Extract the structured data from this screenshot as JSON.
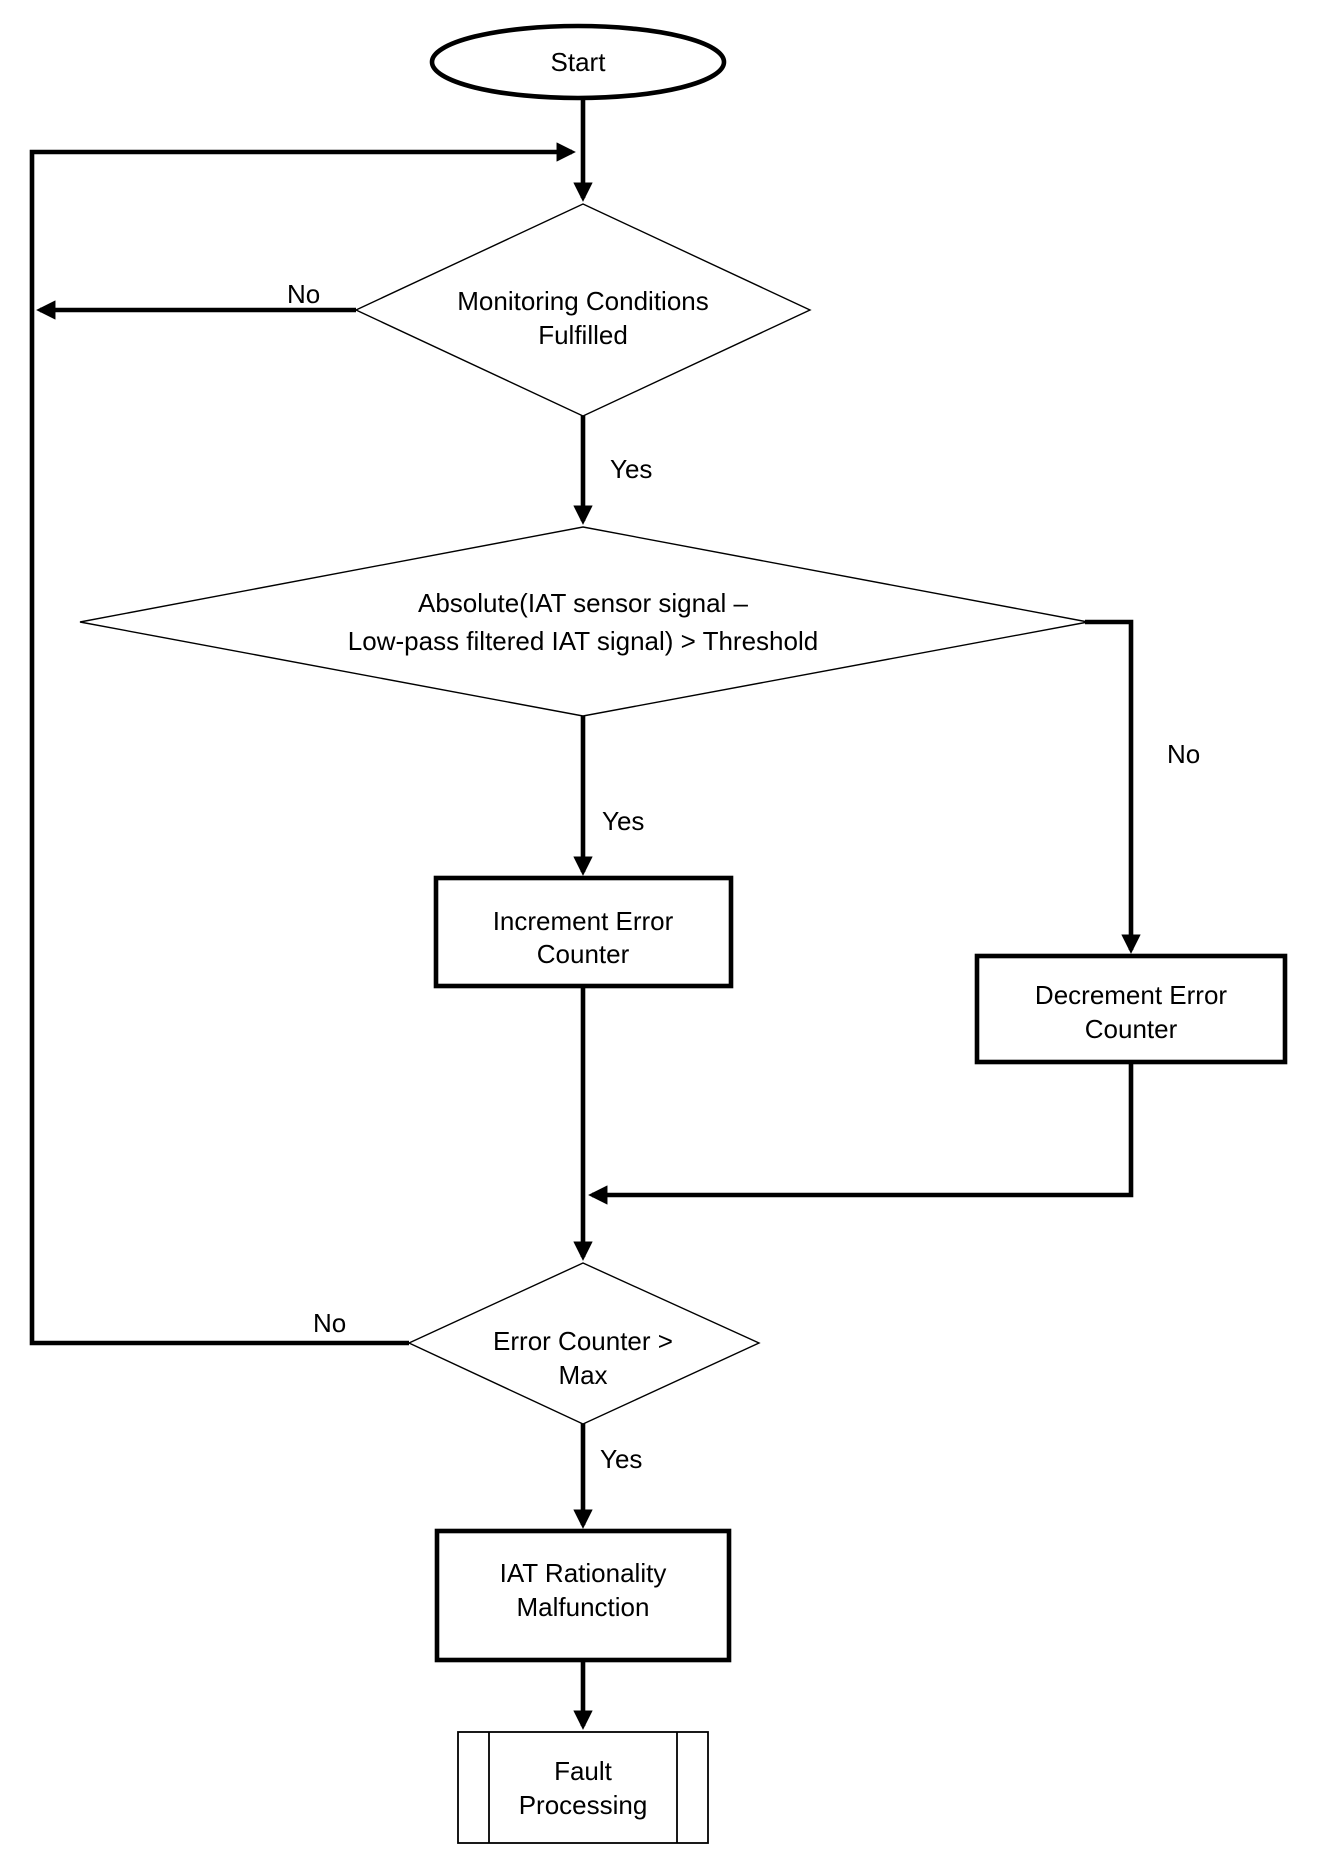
{
  "diagram": {
    "background_color": "#ffffff",
    "line_color": "#000000",
    "nodes": {
      "start": {
        "shape": "terminator",
        "text": "Start"
      },
      "monitoring_conditions": {
        "shape": "decision",
        "line1": "Monitoring Conditions",
        "line2": "Fulfilled"
      },
      "signal_threshold_check": {
        "shape": "decision",
        "line1": "Absolute(IAT sensor signal –",
        "line2": "Low-pass filtered IAT signal) > Threshold"
      },
      "increment_error_counter": {
        "shape": "process",
        "line1": "Increment Error",
        "line2": "Counter"
      },
      "decrement_error_counter": {
        "shape": "process",
        "line1": "Decrement Error",
        "line2": "Counter"
      },
      "error_counter_max": {
        "shape": "decision",
        "line1": "Error Counter >",
        "line2": "Max"
      },
      "iat_rationality_malfunction": {
        "shape": "process",
        "line1": "IAT Rationality",
        "line2": "Malfunction"
      },
      "fault_processing": {
        "shape": "predefined_process",
        "line1": "Fault",
        "line2": "Processing"
      }
    },
    "edges": [
      {
        "from": "start",
        "to": "monitoring_conditions",
        "label": ""
      },
      {
        "from": "monitoring_conditions",
        "to": "signal_threshold_check",
        "label": "Yes"
      },
      {
        "from": "monitoring_conditions",
        "to": "monitoring_conditions",
        "label": "No"
      },
      {
        "from": "signal_threshold_check",
        "to": "increment_error_counter",
        "label": "Yes"
      },
      {
        "from": "signal_threshold_check",
        "to": "decrement_error_counter",
        "label": "No"
      },
      {
        "from": "increment_error_counter",
        "to": "error_counter_max",
        "label": ""
      },
      {
        "from": "decrement_error_counter",
        "to": "error_counter_max",
        "label": ""
      },
      {
        "from": "error_counter_max",
        "to": "iat_rationality_malfunction",
        "label": "Yes"
      },
      {
        "from": "error_counter_max",
        "to": "monitoring_conditions",
        "label": "No"
      },
      {
        "from": "iat_rationality_malfunction",
        "to": "fault_processing",
        "label": ""
      }
    ]
  }
}
